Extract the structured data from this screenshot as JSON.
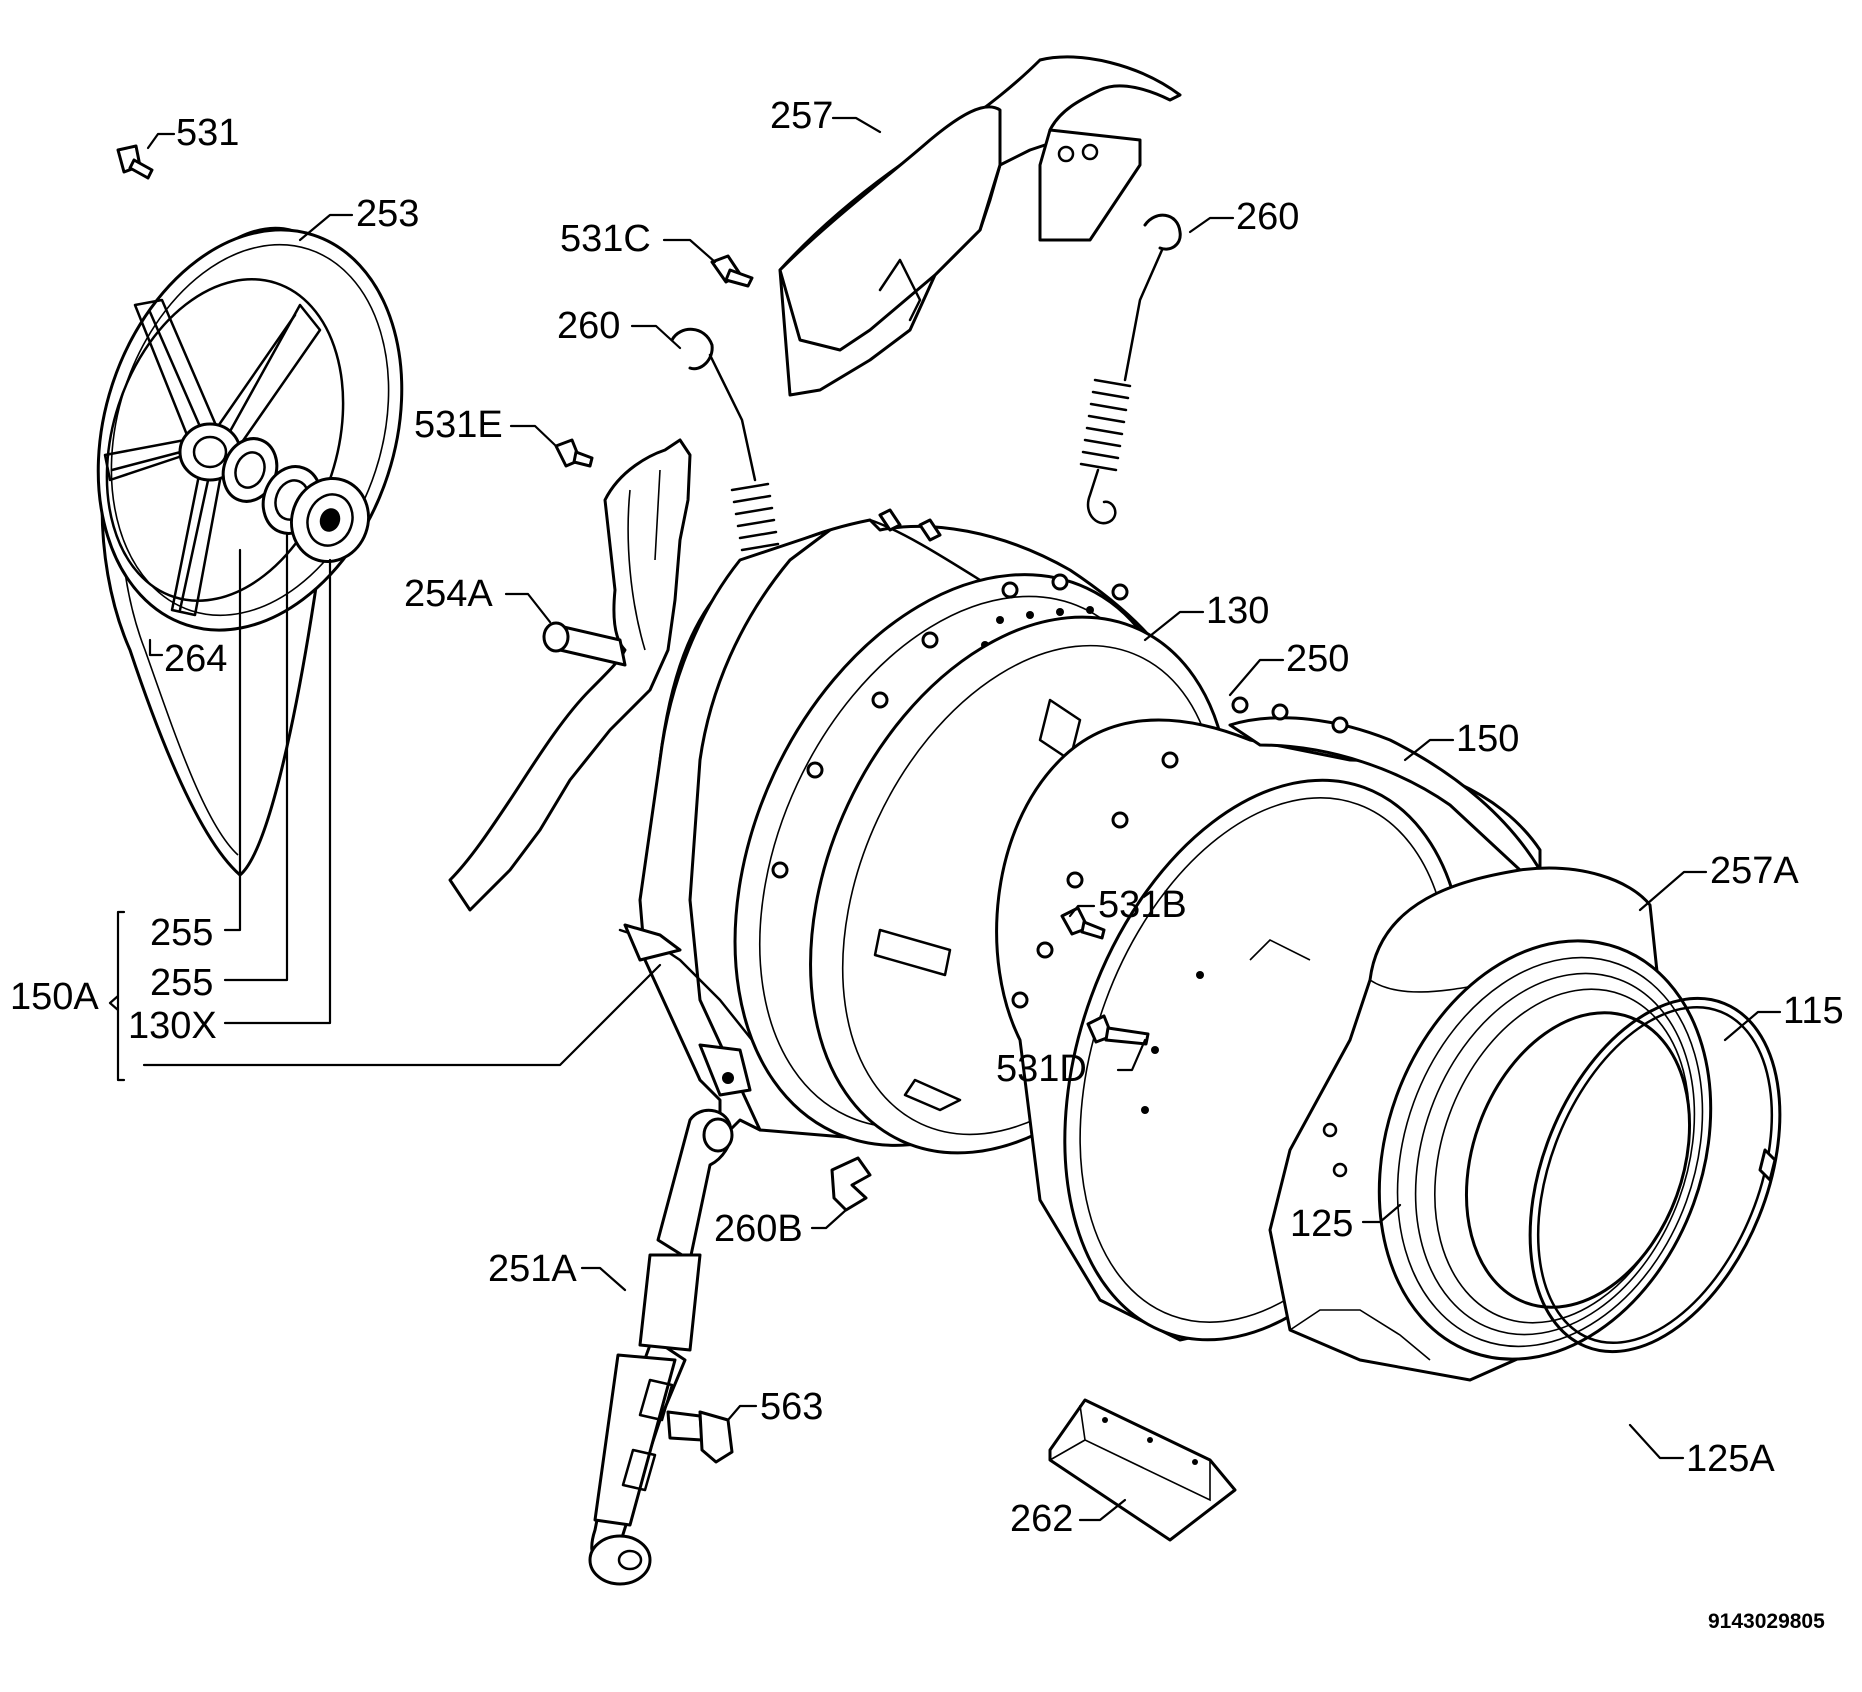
{
  "labels": {
    "l531": "531",
    "l253": "253",
    "l257": "257",
    "l531C": "531C",
    "l260a": "260",
    "l260b": "260",
    "l531E": "531E",
    "l254A": "254A",
    "l264": "264",
    "l130": "130",
    "l250": "250",
    "l150": "150",
    "l257A": "257A",
    "l531B": "531B",
    "l255a": "255",
    "l255b": "255",
    "l150A": "150A",
    "l130X": "130X",
    "l115": "115",
    "l531D": "531D",
    "l125": "125",
    "l260B": "260B",
    "l251A": "251A",
    "l563": "563",
    "l125A": "125A",
    "l262": "262"
  },
  "drawing_code": "9143029805"
}
